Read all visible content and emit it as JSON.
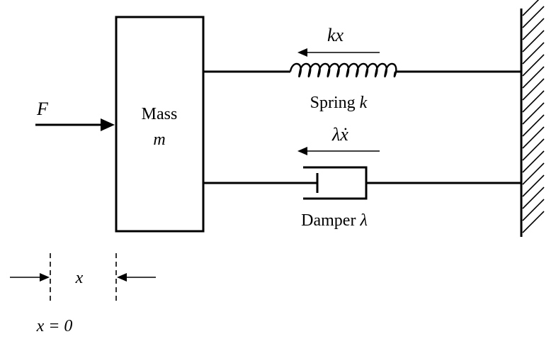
{
  "force": {
    "symbol": "F"
  },
  "mass": {
    "label": "Mass",
    "symbol": "m"
  },
  "spring": {
    "force_label": "kx",
    "label": "Spring",
    "symbol": "k"
  },
  "damper": {
    "force_label": "λẋ",
    "label": "Damper",
    "symbol": "λ"
  },
  "displacement": {
    "symbol": "x",
    "origin_label": "x = 0"
  }
}
